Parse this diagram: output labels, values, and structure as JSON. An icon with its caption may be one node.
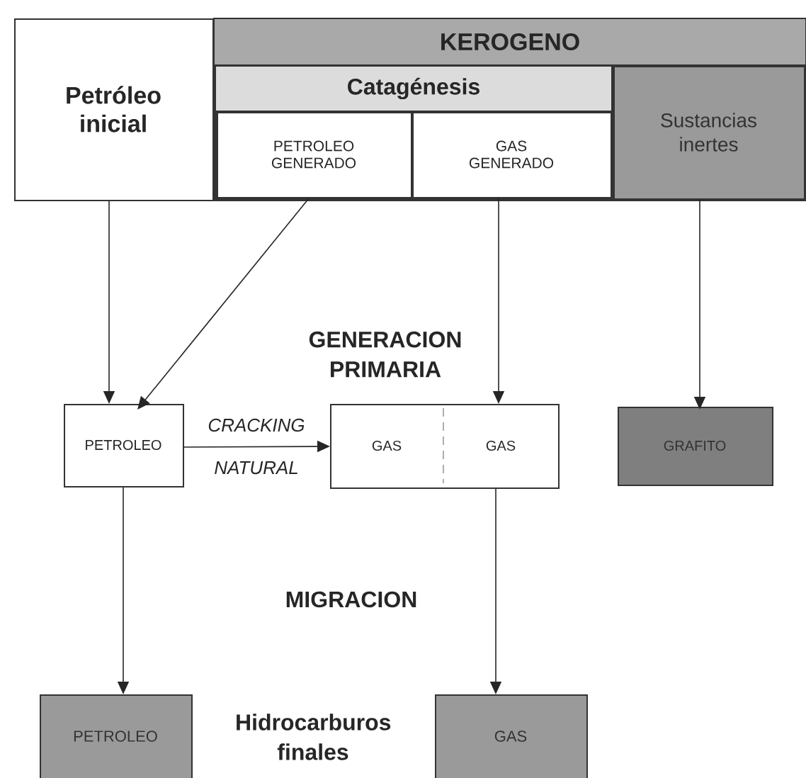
{
  "diagram": {
    "nodes": [
      {
        "text": [
          "Petróleo inicial"
        ]
      },
      {
        "text": [
          "KEROGENO"
        ]
      },
      {
        "text": [
          "Catagénesis"
        ],
        "in": 1
      },
      {
        "text": [
          "PETROLEO GENERADO"
        ],
        "in": 2
      },
      {
        "text": [
          "GAS GENERADO"
        ],
        "in": 2
      },
      {
        "text": [
          "Sustancias inertes"
        ],
        "in": 1
      },
      {
        "text": [
          "PETROLEO"
        ]
      },
      {
        "text": [
          "GAS",
          "GAS"
        ]
      },
      {
        "text": [
          "GRAFITO"
        ]
      },
      {
        "text": [
          "PETROLEO"
        ]
      },
      {
        "text": [
          "GAS"
        ]
      }
    ],
    "edges": [
      {
        "from": 0,
        "to": 6,
        "arrow": "to"
      },
      {
        "from": 3,
        "to": 6,
        "arrow": "to"
      },
      {
        "from": 4,
        "to": 7,
        "arrow": "to"
      },
      {
        "from": 5,
        "to": 8,
        "arrow": "to"
      },
      {
        "from": 6,
        "to": 7,
        "arrow": "to",
        "label": "CRACKING NATURAL"
      },
      {
        "from": 6,
        "to": 9,
        "arrow": "to"
      },
      {
        "from": 7,
        "to": 10,
        "arrow": "to"
      }
    ],
    "labels": [
      "GENERACION PRIMARIA",
      "MIGRACION",
      "Hidrocarburos finales"
    ]
  }
}
